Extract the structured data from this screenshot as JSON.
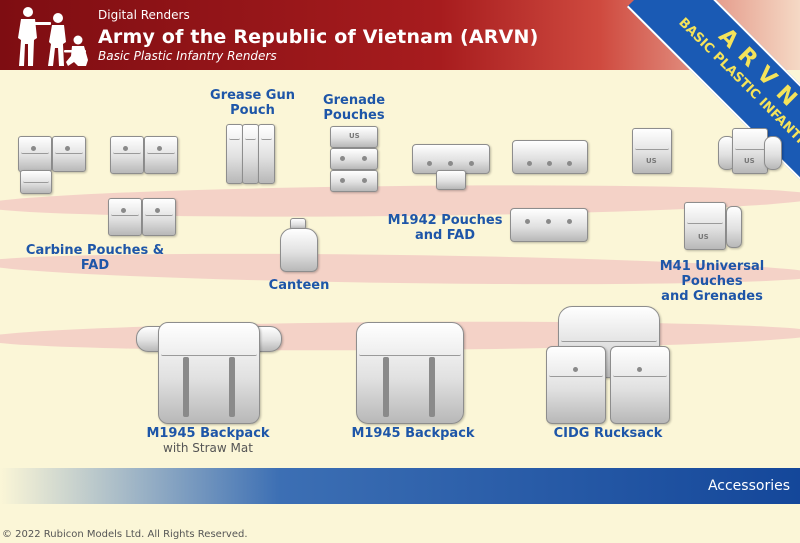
{
  "header": {
    "top_label": "Digital Renders",
    "title": "Army of the Republic of Vietnam (ARVN)",
    "subtitle": "Basic Plastic Infantry Renders"
  },
  "ribbon": {
    "line1": "ARVN",
    "line2": "BASIC PLASTIC INFANTRY"
  },
  "labels": {
    "grease_gun": "Grease Gun\nPouch",
    "grenade": "Grenade\nPouches",
    "carbine": "Carbine Pouches & FAD",
    "canteen": "Canteen",
    "m1942": "M1942 Pouches\nand FAD",
    "m41": "M41 Universal Pouches\nand Grenades",
    "m1945_mat": "M1945 Backpack",
    "m1945_mat_sub": "with Straw Mat",
    "m1945": "M1945 Backpack",
    "cidg": "CIDG Rucksack"
  },
  "pouch_marks": {
    "us": "US"
  },
  "footer": {
    "section": "Accessories"
  },
  "copyright": "© 2022 Rubicon Models Ltd. All Rights Reserved.",
  "colors": {
    "header_red": "#a71c1e",
    "label_blue": "#1e56a8",
    "ribbon_blue": "#1a5ab4",
    "ribbon_text": "#f5e35a"
  }
}
